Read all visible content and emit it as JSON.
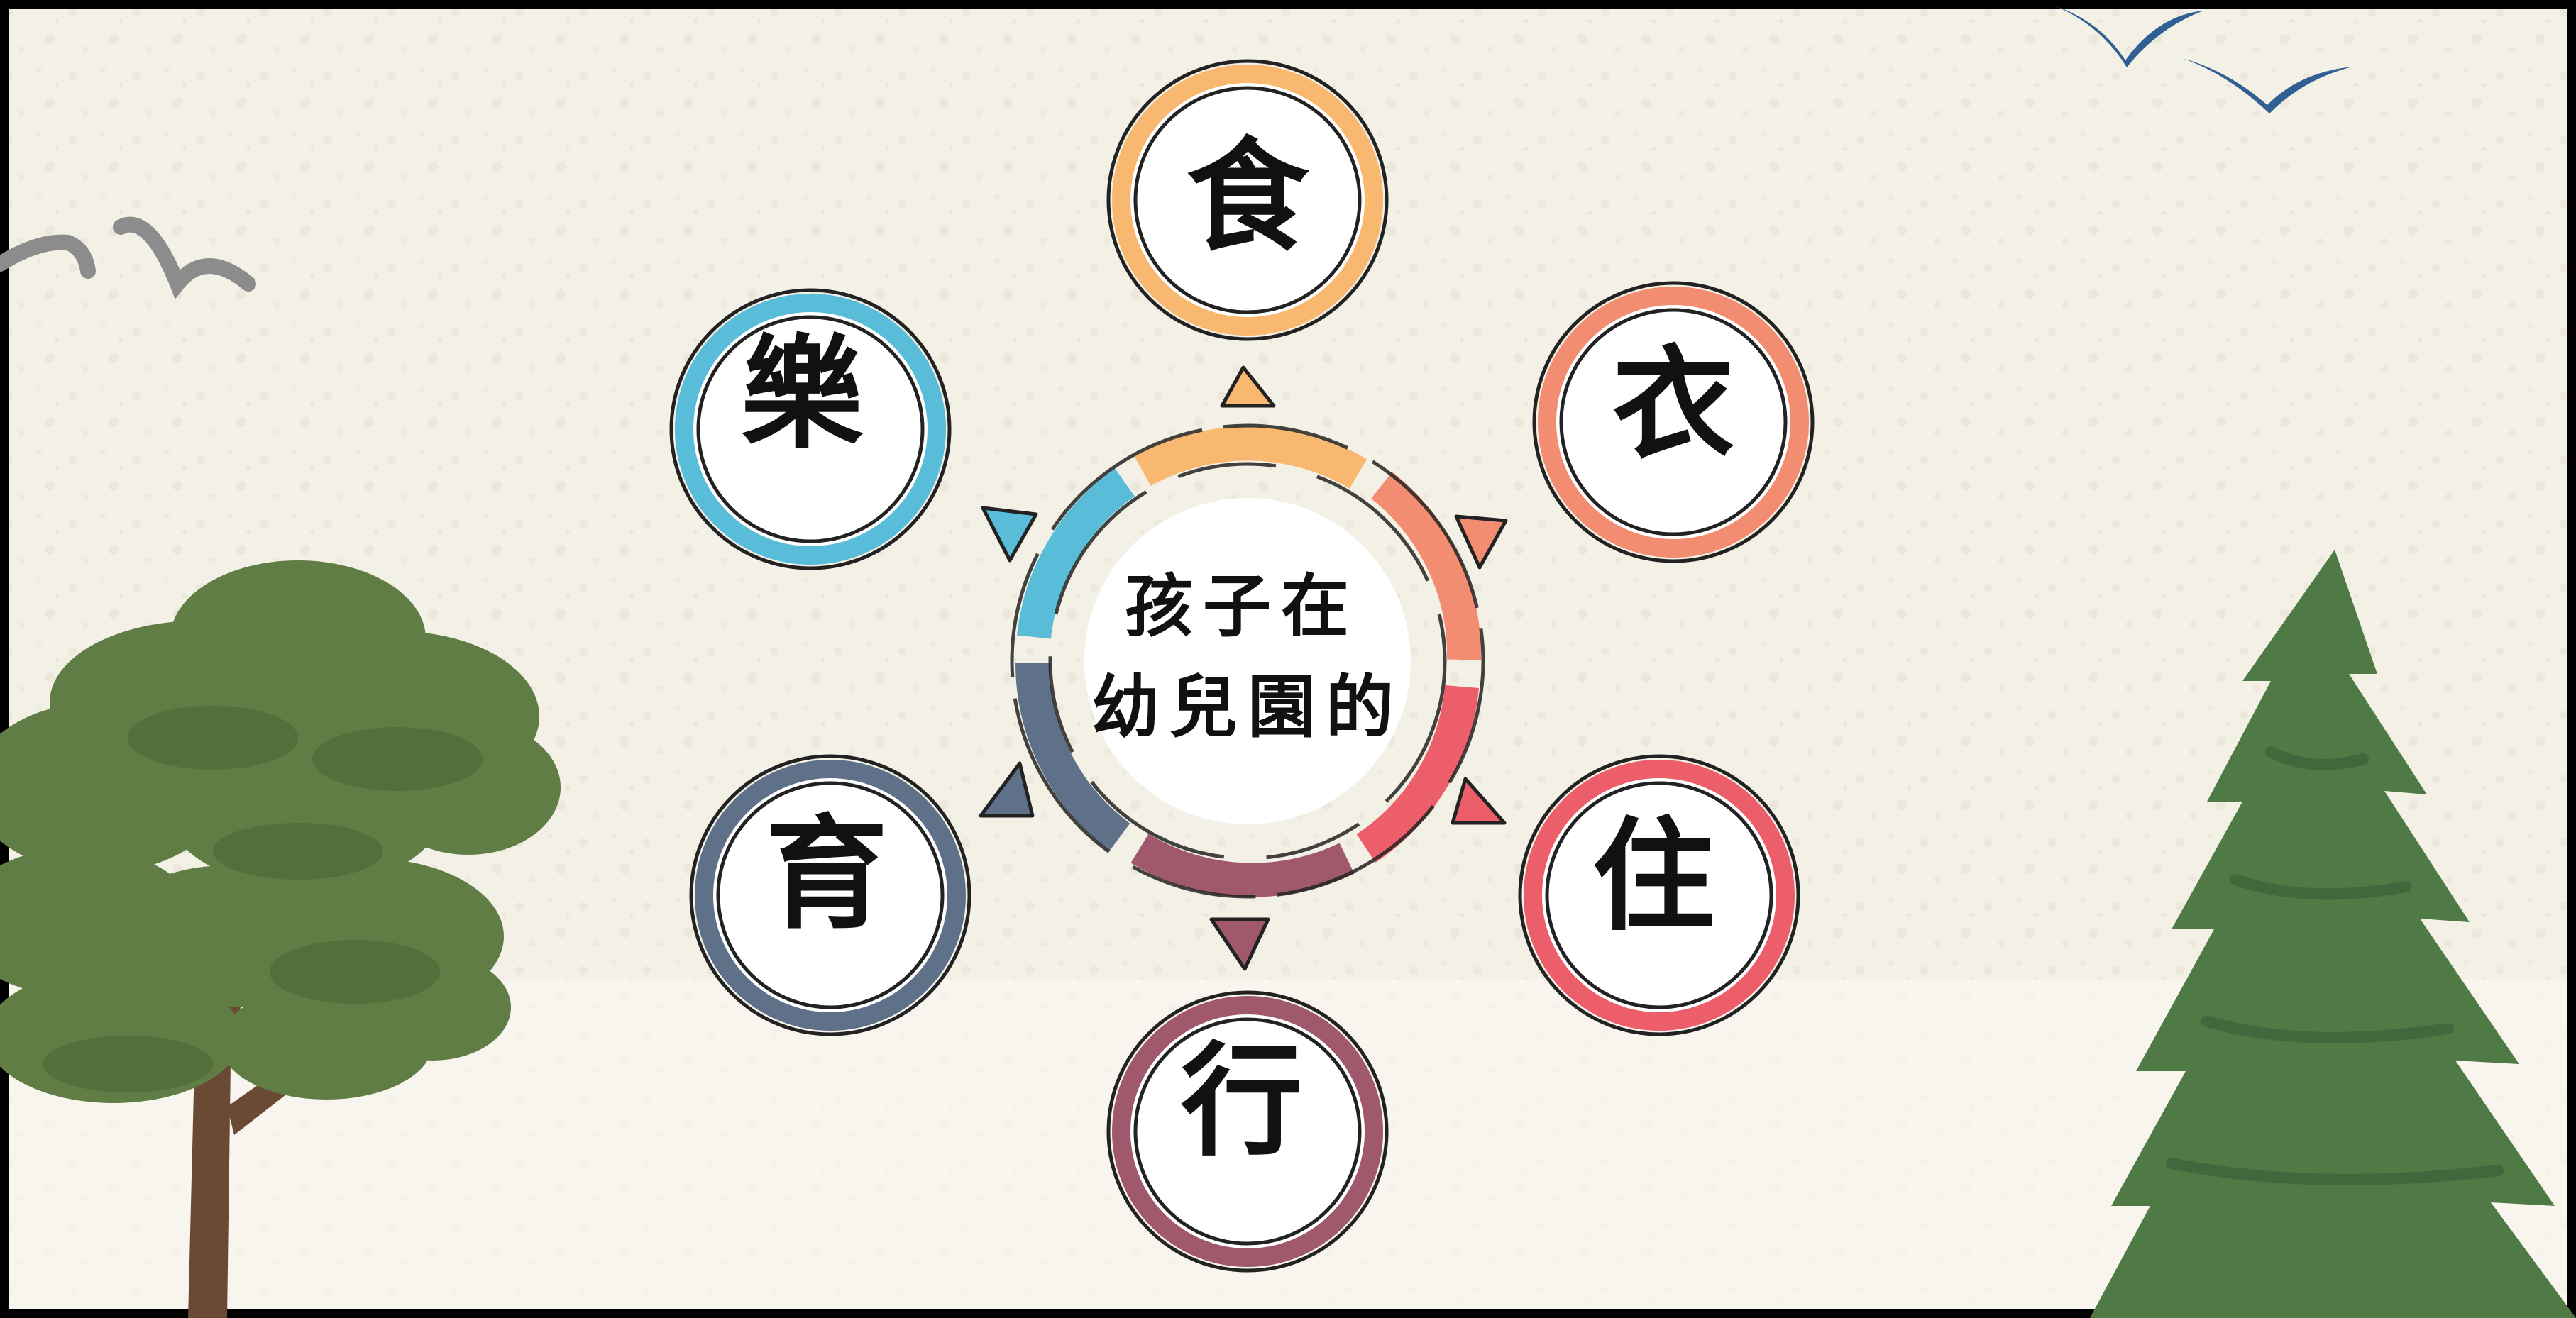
{
  "diagram": {
    "center": {
      "line1": "孩子在",
      "line2": "幼兒園的"
    },
    "nodes": [
      {
        "id": "food",
        "label": "食",
        "color": "#F9B870"
      },
      {
        "id": "clothing",
        "label": "衣",
        "color": "#F28D72"
      },
      {
        "id": "housing",
        "label": "住",
        "color": "#EC5E6A"
      },
      {
        "id": "transport",
        "label": "行",
        "color": "#A0596C"
      },
      {
        "id": "education",
        "label": "育",
        "color": "#5E7188"
      },
      {
        "id": "recreation",
        "label": "樂",
        "color": "#59BCD8"
      }
    ]
  },
  "scene": {
    "background_color": "#F3F0E6",
    "frame_color": "#000000",
    "tree_color": "#5F7D45",
    "pine_color": "#4F7A46",
    "trunk_color": "#6B4A35",
    "bird_grey_color": "#8C8C8C",
    "bird_blue_color": "#2F5F93"
  }
}
